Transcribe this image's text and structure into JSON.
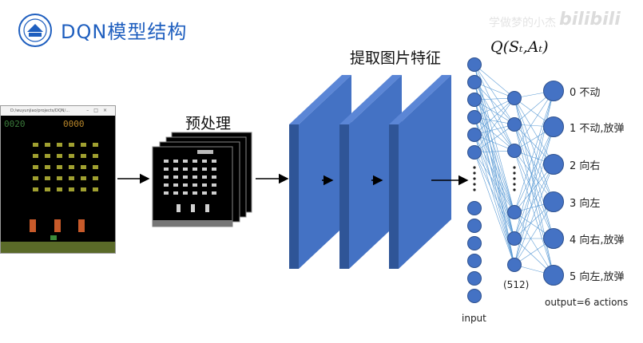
{
  "slide": {
    "title": "DQN模型结构",
    "watermark": "学做梦的小杰",
    "bilibili": "bilibili"
  },
  "labels": {
    "preprocess": "预处理",
    "feature_extraction": "提取图片特征",
    "q_function": "Q(Sₜ,Aₜ)",
    "input": "input",
    "hidden_size": "(512)",
    "output": "output=6 actions",
    "dots": "⋮"
  },
  "game_window": {
    "path": "D:/wuyunjiao/projects/DQN/...",
    "controls": "–□×"
  },
  "actions": [
    {
      "label": "0 不动"
    },
    {
      "label": "1 不动,放弹"
    },
    {
      "label": "2 向右"
    },
    {
      "label": "3 向左"
    },
    {
      "label": "4 向右,放弹"
    },
    {
      "label": "5 向左,放弹"
    }
  ],
  "colors": {
    "title": "#1f5fbf",
    "conv_front": "#4472c4",
    "conv_side": "#2f5597",
    "node_fill": "#4472c4",
    "node_stroke": "#2f528f",
    "connection": "#5b9bd5"
  }
}
